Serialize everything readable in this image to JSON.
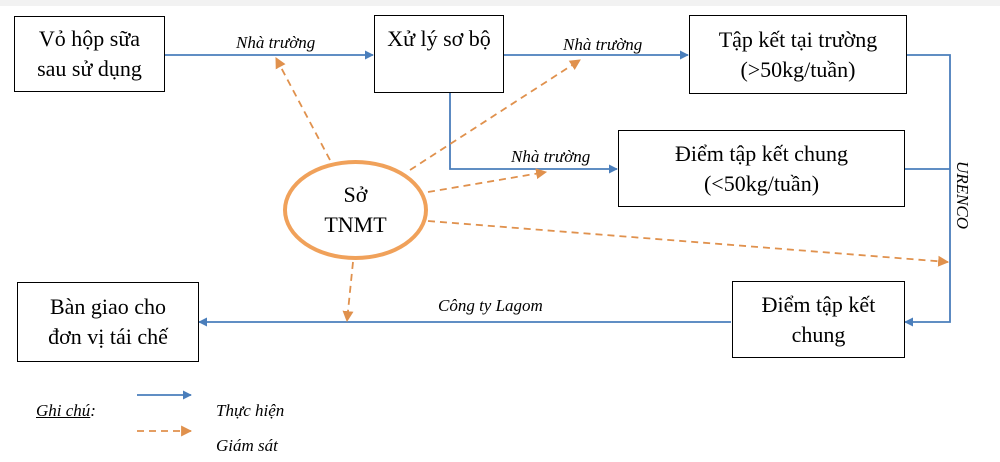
{
  "boxes": {
    "milk_cartons": "Vỏ hộp sữa\nsau sử dụng",
    "preprocess": "Xử lý sơ bộ",
    "school_collection": "Tập kết tại trường\n(>50kg/tuần)",
    "common_point_small": "Điểm tập kết chung\n(<50kg/tuần)",
    "recycler_handover": "Bàn giao cho\nđơn vị tái chế",
    "common_point": "Điểm tập kết\nchung"
  },
  "supervisor": "Sở\nTNMT",
  "edge_labels": {
    "school_1": "Nhà trường",
    "school_2": "Nhà trường",
    "school_3": "Nhà trường",
    "urenco": "URENCO",
    "lagom": "Công ty Lagom"
  },
  "legend": {
    "title": "Ghi chú",
    "title_suffix": ":",
    "solid_label": "Thực hiện",
    "dashed_label": "Giám sát"
  },
  "colors": {
    "flow": "#4a7ebb",
    "monitor": "#e0914d",
    "circle": "#f0a15a"
  }
}
